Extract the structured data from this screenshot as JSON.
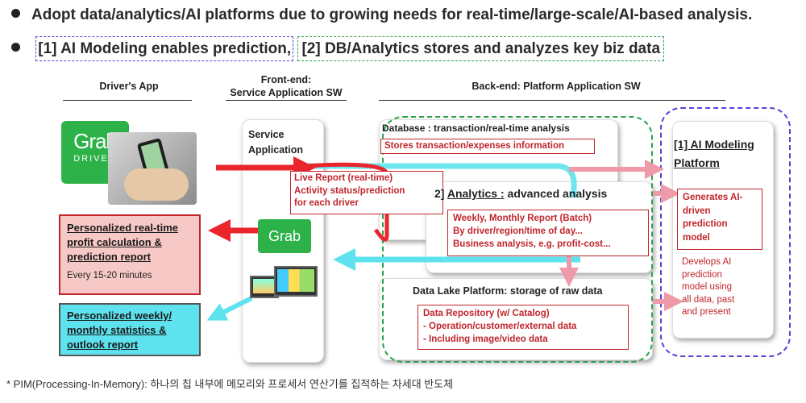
{
  "bullets": {
    "line1": "Adopt data/analytics/AI platforms due to growing needs for real-time/large-scale/AI-based analysis.",
    "line2_part1": "[1] AI Modeling enables prediction,",
    "line2_part2": "[2] DB/Analytics stores and analyzes key biz data"
  },
  "headers": {
    "drivers_app": "Driver's App",
    "frontend_1": "Front-end:",
    "frontend_2": "Service Application SW",
    "backend": "Back-end: Platform Application SW"
  },
  "driver_app": {
    "logo_text": "Grab",
    "logo_sub": "DRIVER",
    "realtime_report": {
      "lines": [
        "Personalized real-time",
        "profit calculation &",
        "prediction report"
      ],
      "note": "Every 15-20 minutes"
    },
    "weekly_report": {
      "lines": [
        "Personalized weekly/",
        "monthly statistics &",
        "outlook report"
      ]
    }
  },
  "service_app": {
    "title_1": "Service",
    "title_2": "Application",
    "grab_logo": "Grab",
    "live_report": [
      "Live Report (real-time)",
      "Activity status/prediction",
      "for each driver"
    ]
  },
  "backend": {
    "database": {
      "title": "Database : transaction/real-time analysis",
      "box": "Stores transaction/expenses information"
    },
    "analytics": {
      "title_num": "2]",
      "title_name": "Analytics :",
      "title_rest": "advanced analysis",
      "box": [
        "Weekly, Monthly Report (Batch)",
        "By driver/region/time of day...",
        "Business analysis, e.g. profit-cost..."
      ]
    },
    "datalake": {
      "title": "Data Lake Platform: storage of raw data",
      "box": [
        "Data Repository (w/ Catalog)",
        "- Operation/customer/external data",
        "- Including image/video data"
      ]
    }
  },
  "ai_platform": {
    "title_1": "[1] AI Modeling",
    "title_2": "Platform",
    "box": [
      "Generates AI-",
      "driven",
      "prediction",
      "model"
    ],
    "desc": [
      "Develops AI",
      "prediction",
      "model using",
      "all data, past",
      "and present"
    ]
  },
  "footnote": "* PIM(Processing-In-Memory): 하나의 칩 내부에 메모리와 프로세서 연산기를 집적하는 차세대 반도체",
  "colors": {
    "purple": "#5b3fd6",
    "green": "#2aa14d",
    "red": "#c0252b",
    "cyan": "#5ee3ee",
    "pink": "#ee9aa8",
    "grab_green": "#2db24a"
  }
}
